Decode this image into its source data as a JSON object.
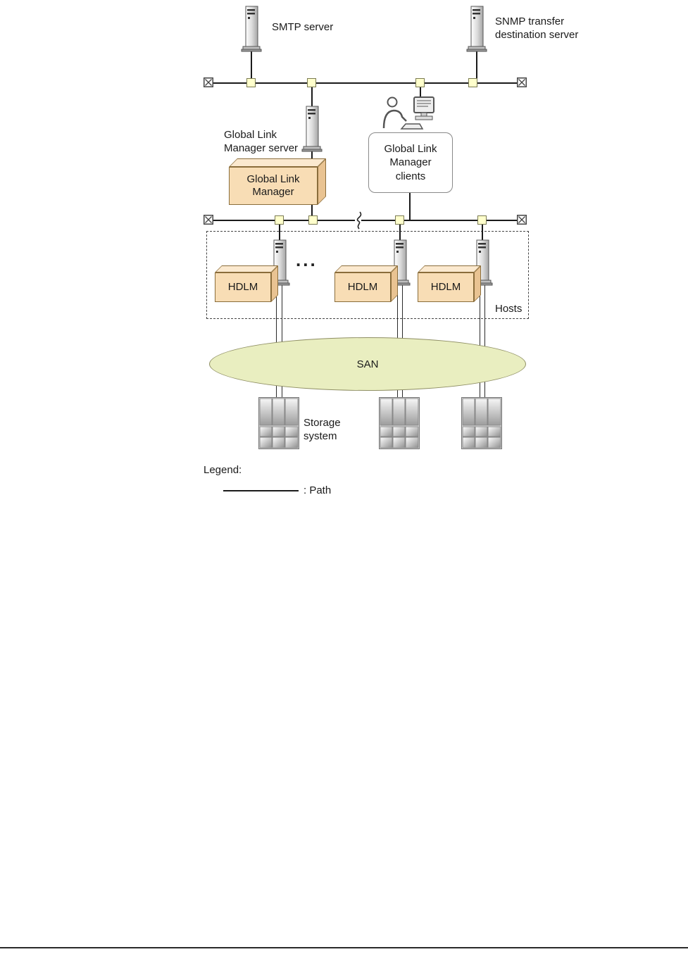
{
  "diagram": {
    "smtp_label": "SMTP server",
    "snmp_label": "SNMP transfer\ndestination server",
    "glm_server_label": "Global Link\nManager server",
    "glm_box_label": "Global Link\nManager",
    "clients_label": "Global Link\nManager\nclients",
    "ellipsis": "...",
    "hdlm_labels": [
      "HDLM",
      "HDLM",
      "HDLM"
    ],
    "hosts_label": "Hosts",
    "san_label": "SAN",
    "storage_label": "Storage\nsystem",
    "legend_title": "Legend:",
    "legend_path_label": ": Path"
  },
  "icons": {
    "server": "tower-server-icon",
    "clients": "user-at-computer-icon",
    "storage": "storage-array-icon",
    "network_terminator": "x-node-icon",
    "network_node": "connector-node-icon",
    "lan_break": "break-squiggle-icon"
  },
  "colors": {
    "box_front": "#f8ddb5",
    "box_top": "#fbe9cf",
    "box_side": "#e9c392",
    "box_border": "#8a6d3b",
    "node_fill": "#ffffcc",
    "node_border": "#7a7a52",
    "san_fill": "#e9eec0",
    "san_border": "#8f8f64",
    "line": "#1a1a1a"
  }
}
